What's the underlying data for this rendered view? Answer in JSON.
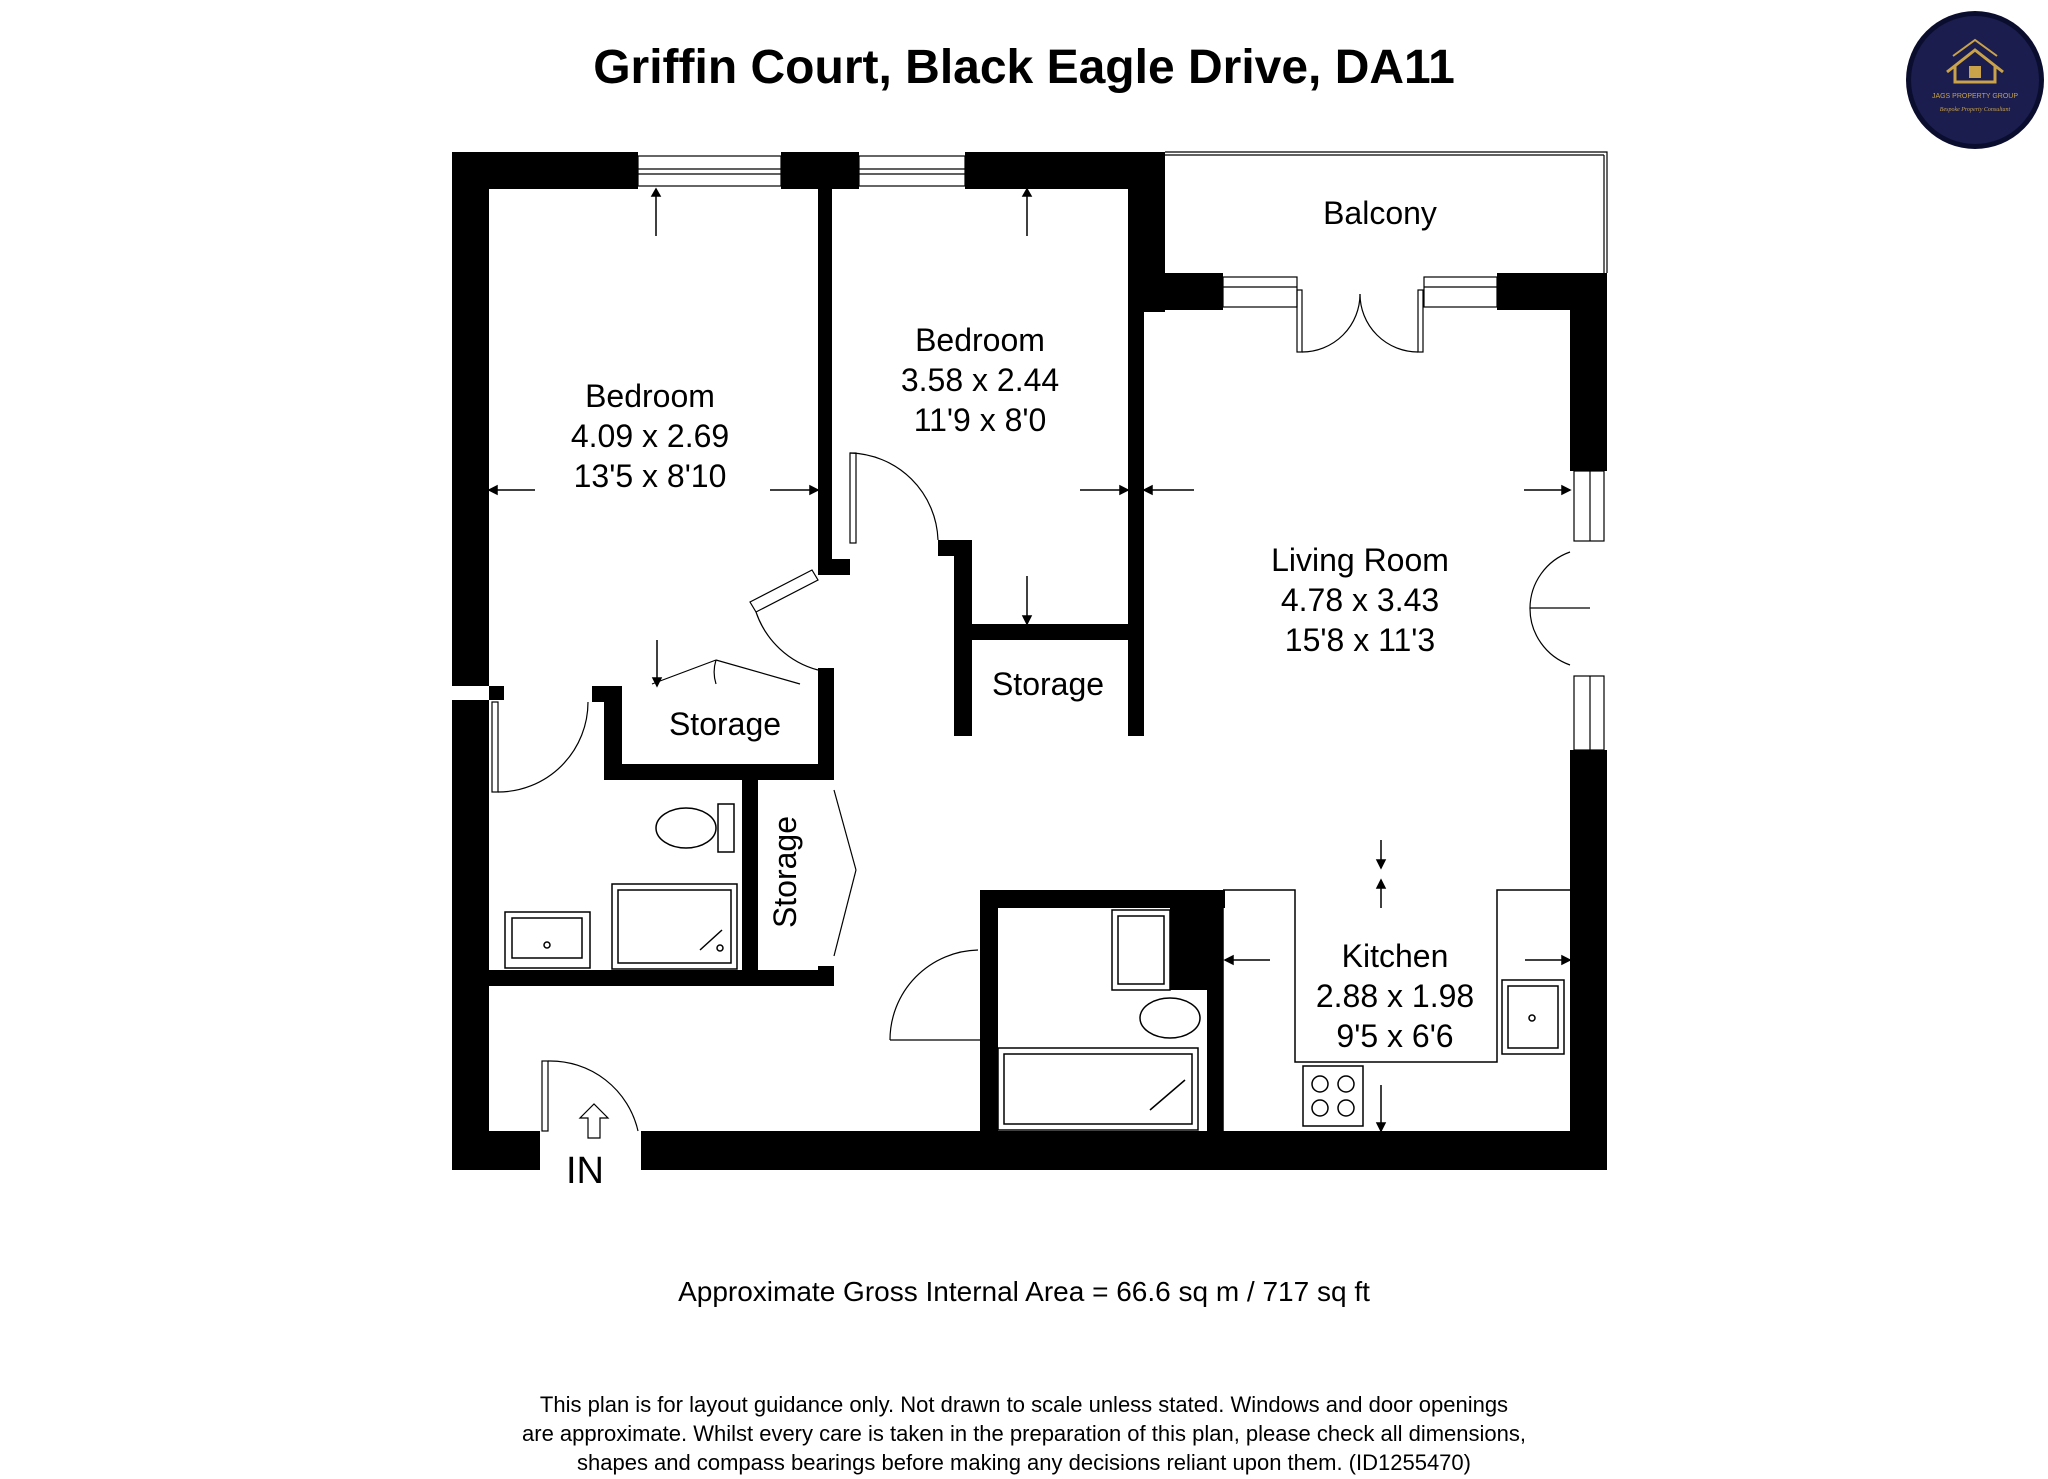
{
  "title": "Griffin Court, Black Eagle Drive, DA11",
  "logo": {
    "brand": "JAGS PROPERTY GROUP",
    "tagline": "Bespoke Property Consultant",
    "colors": {
      "background": "#1a1d4d",
      "ring": "#0b0d2e",
      "accent": "#c9a24a"
    }
  },
  "rooms": {
    "bedroom1": {
      "name": "Bedroom",
      "metric": "4.09 x 2.69",
      "imperial": "13'5 x 8'10"
    },
    "bedroom2": {
      "name": "Bedroom",
      "metric": "3.58 x 2.44",
      "imperial": "11'9 x 8'0"
    },
    "living": {
      "name": "Living Room",
      "metric": "4.78 x 3.43",
      "imperial": "15'8 x 11'3"
    },
    "kitchen": {
      "name": "Kitchen",
      "metric": "2.88 x 1.98",
      "imperial": "9'5 x 6'6"
    },
    "balcony": {
      "name": "Balcony"
    },
    "storage1": {
      "name": "Storage"
    },
    "storage2": {
      "name": "Storage"
    },
    "storage3": {
      "name": "Storage"
    }
  },
  "entrance_label": "IN",
  "area_text": "Approximate Gross Internal Area = 66.6 sq m / 717 sq ft",
  "disclaimer": [
    "This plan is for layout guidance only. Not drawn to scale unless stated. Windows and door openings",
    "are approximate. Whilst every care is taken in the preparation of this plan, please check all dimensions,",
    "shapes and compass bearings before making any decisions reliant upon them. (ID1255470)"
  ],
  "colors": {
    "wall": "#000000",
    "background": "#ffffff"
  }
}
